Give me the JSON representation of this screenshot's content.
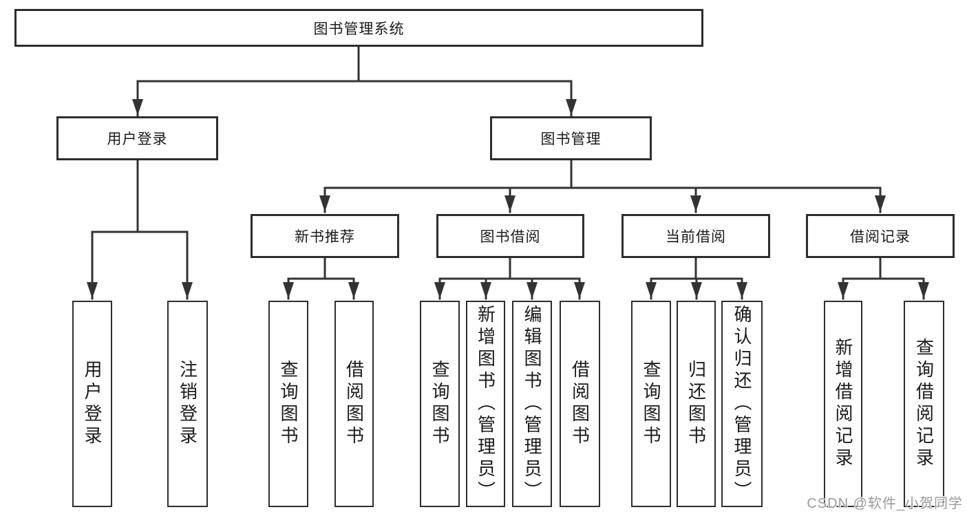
{
  "diagram": {
    "root": {
      "label": "图书管理系统"
    },
    "level2": [
      {
        "label": "用户登录"
      },
      {
        "label": "图书管理"
      }
    ],
    "level3": [
      {
        "label": "新书推荐"
      },
      {
        "label": "图书借阅"
      },
      {
        "label": "当前借阅"
      },
      {
        "label": "借阅记录"
      }
    ],
    "leaves": [
      {
        "label": "用户登录"
      },
      {
        "label": "注销登录"
      },
      {
        "label": "查询图书"
      },
      {
        "label": "借阅图书"
      },
      {
        "label": "查询图书"
      },
      {
        "label": "新增图书（管理员）"
      },
      {
        "label": "编辑图书（管理员）"
      },
      {
        "label": "借阅图书"
      },
      {
        "label": "查询图书"
      },
      {
        "label": "归还图书"
      },
      {
        "label": "确认归还（管理员）"
      },
      {
        "label": "新增借阅记录"
      },
      {
        "label": "查询借阅记录"
      }
    ],
    "watermark": "CSDN @软件_小贺同学",
    "colors": {
      "line": "#333333",
      "border": "#2d2d2d",
      "text": "#1a1a1a",
      "watermark": "#9a9a9a",
      "background": "#ffffff"
    }
  }
}
